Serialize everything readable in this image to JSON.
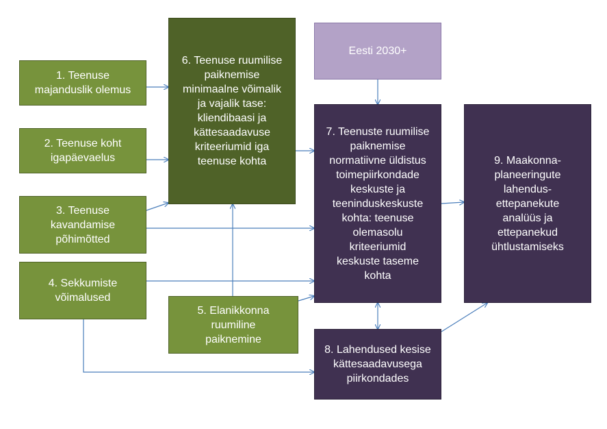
{
  "boxes": {
    "b1": "1. Teenuse\nmajanduslik olemus",
    "b2": "2. Teenuse koht\nigapäevaelus",
    "b3": "3. Teenuse\nkavandamise\npõhimõtted",
    "b4": "4. Sekkumiste\nvõimalused",
    "b5": "5. Elanikkonna\nruumiline\npaiknemine",
    "b6": "6. Teenuse ruumilise\npaiknemise\nminimaalne võimalik\nja vajalik tase:\nkliendibaasi ja\nkättesaadavuse\nkriteeriumid iga\nteenuse kohta",
    "eesti": "Eesti 2030+",
    "b7": "7. Teenuste ruumilise\npaiknemise\nnormatiivne üldistus\ntoimepiirkondade\nkeskuste ja\nteeninduskeskuste\nkohta:  teenuse\nolemasolu\nkriteeriumid\nkeskuste taseme\nkohta",
    "b8": "8. Lahendused kesise\nkättesaadavusega\npiirkondades",
    "b9": "9. Maakonna-\nplaneeringute\nlahendus-\nettepanekute\nanalüüs ja\nettepanekud\nühtlustamiseks"
  },
  "colors": {
    "light_green": "#77933c",
    "dark_green": "#4f6228",
    "lavender": "#b3a2c7",
    "dark_purple": "#403151",
    "arrow": "#4a7ebb"
  }
}
